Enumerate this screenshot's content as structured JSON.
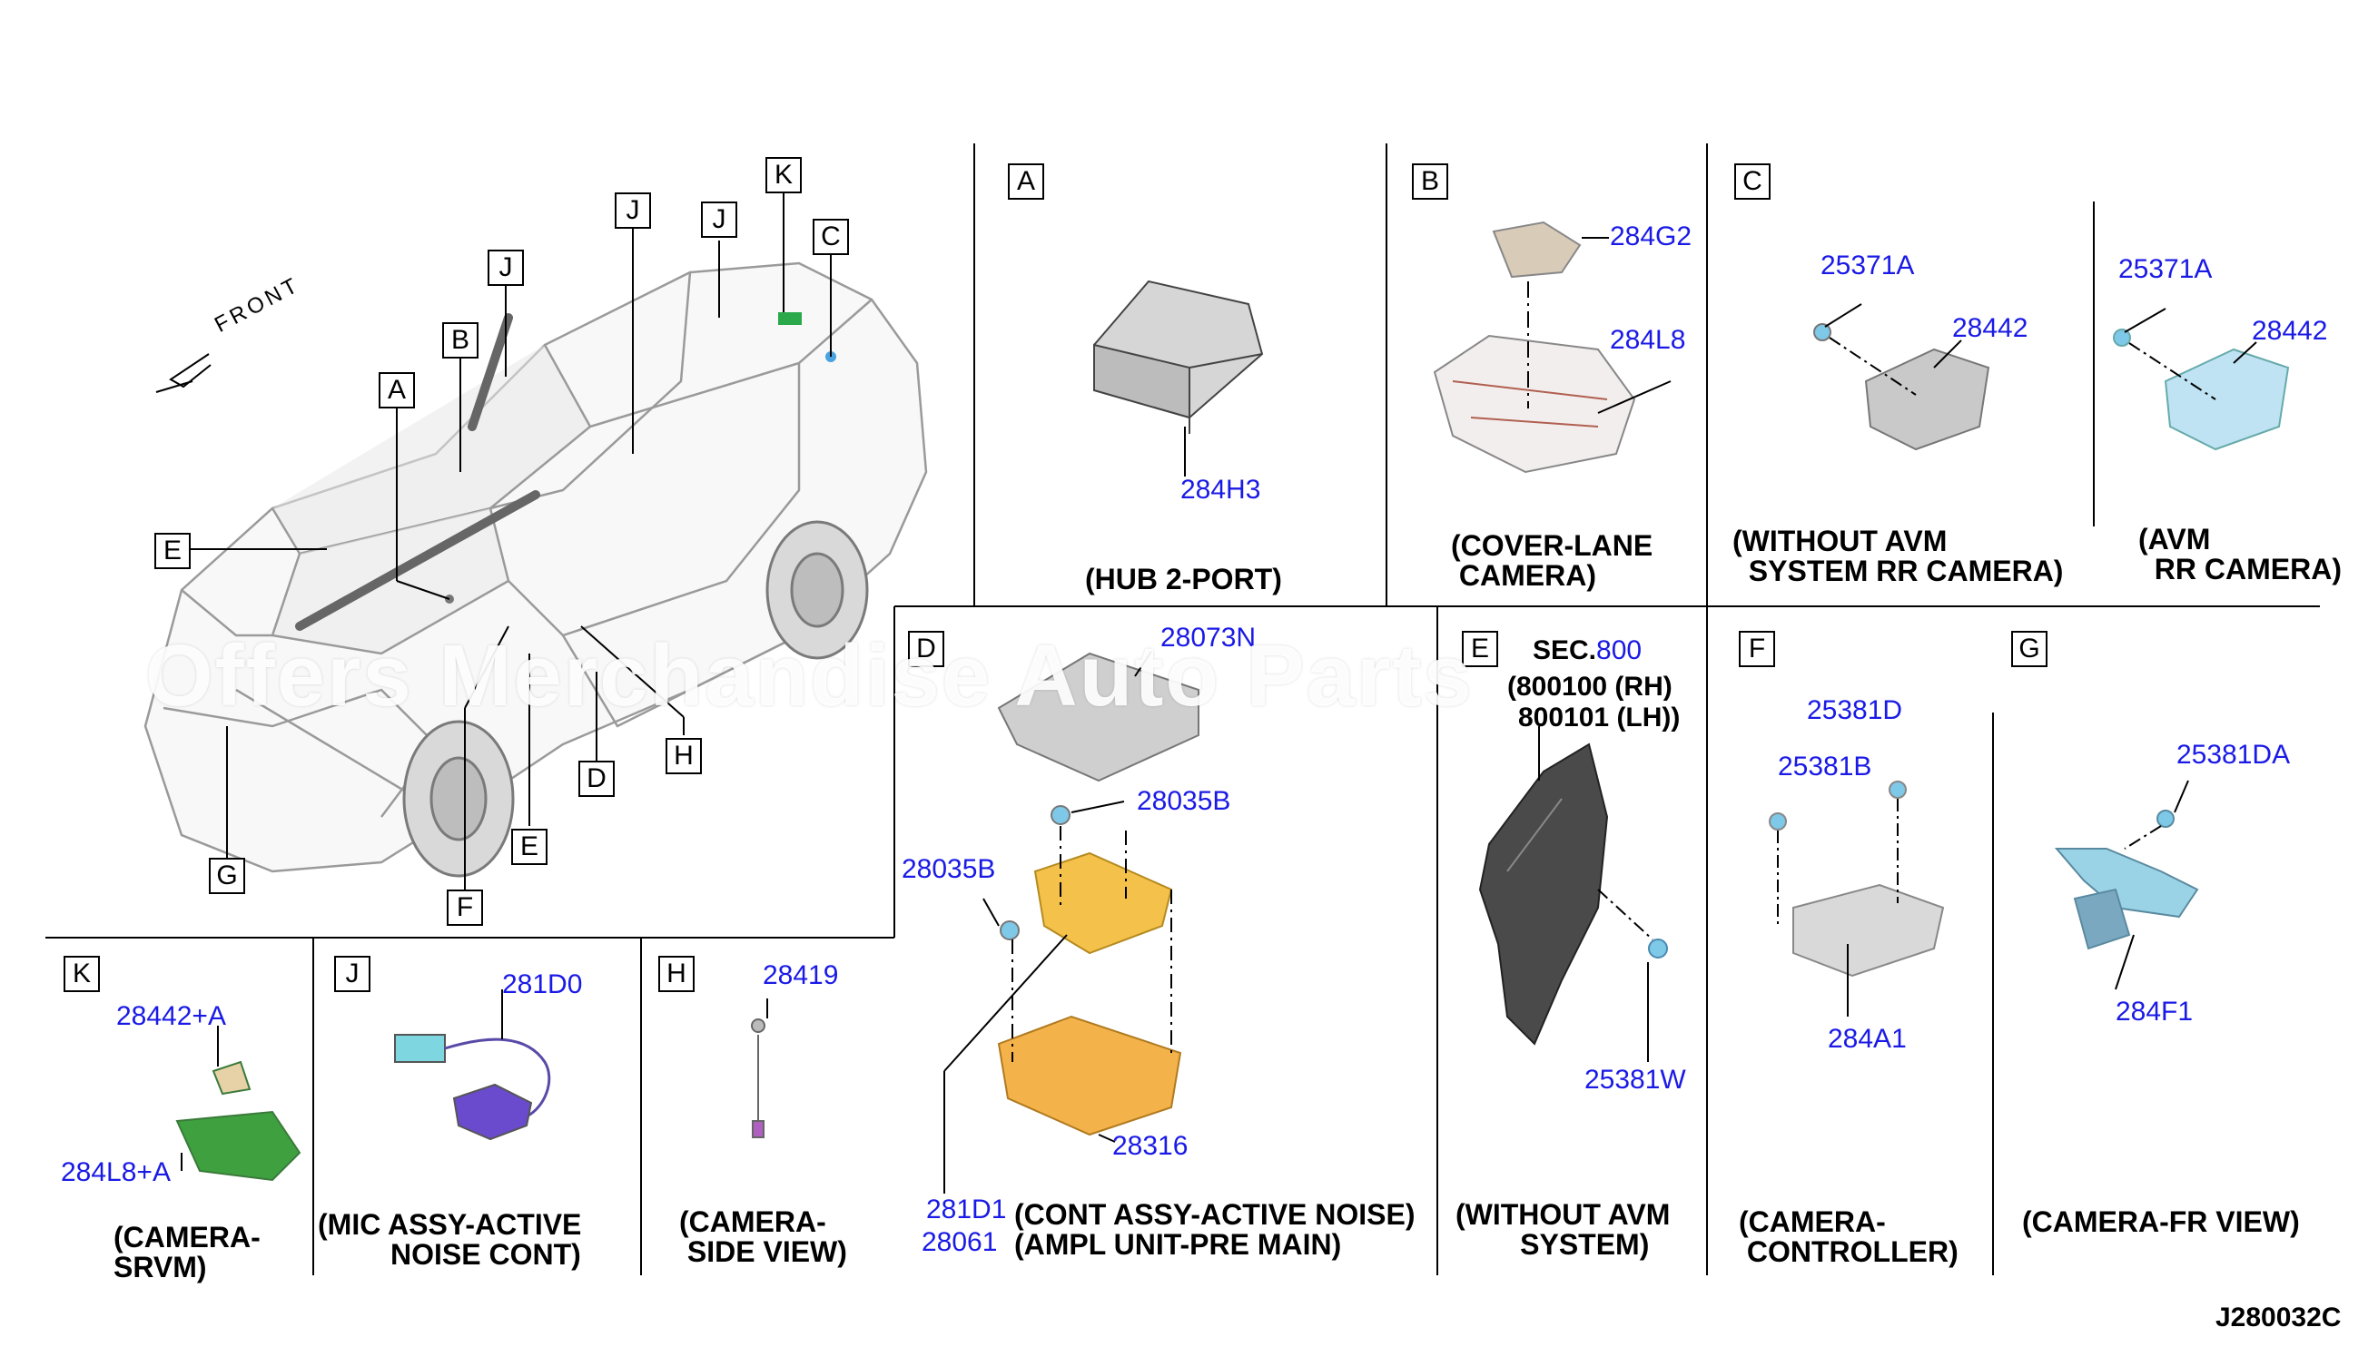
{
  "labels": {
    "A": "A",
    "B": "B",
    "C": "C",
    "D": "D",
    "E": "E",
    "F": "F",
    "G": "G",
    "H": "H",
    "J": "J",
    "K": "K"
  },
  "front_label": "FRONT",
  "watermark": "Offers Merchandise Auto Parts",
  "panels": {
    "A": {
      "parts": [
        "284H3"
      ],
      "caption": "(HUB 2-PORT)"
    },
    "B": {
      "parts": [
        "284G2",
        "284L8"
      ],
      "caption": "(COVER-LANE\n CAMERA)"
    },
    "C1": {
      "parts": [
        "25371A",
        "28442"
      ],
      "caption": "(WITHOUT AVM\n  SYSTEM RR CAMERA)"
    },
    "C2": {
      "parts": [
        "25371A",
        "28442"
      ],
      "caption": "(AVM\n  RR CAMERA)"
    },
    "D": {
      "parts": [
        "28073N",
        "28035B",
        "28035B",
        "28316",
        "281D1",
        "28061"
      ],
      "caption": "(CONT ASSY-ACTIVE NOISE)\n(AMPL UNIT-PRE MAIN)"
    },
    "E": {
      "sec_label": "SEC.",
      "sec_num": "800",
      "sec_line1": "(800100 (RH)",
      "sec_line2": "800101 (LH))",
      "parts": [
        "25381W"
      ],
      "caption": "(WITHOUT AVM\n        SYSTEM)"
    },
    "F": {
      "parts": [
        "25381D",
        "25381B",
        "284A1"
      ],
      "caption": "(CAMERA-\n CONTROLLER)"
    },
    "G": {
      "parts": [
        "25381DA",
        "284F1"
      ],
      "caption": "(CAMERA-FR VIEW)"
    },
    "K": {
      "parts": [
        "28442+A",
        "284L8+A"
      ],
      "caption": "(CAMERA-\nSRVM)"
    },
    "J": {
      "parts": [
        "281D0"
      ],
      "caption": "(MIC ASSY-ACTIVE\n         NOISE CONT)"
    },
    "H": {
      "parts": [
        "28419"
      ],
      "caption": "(CAMERA-\n SIDE VIEW)"
    }
  },
  "diagram_code": "J280032C"
}
